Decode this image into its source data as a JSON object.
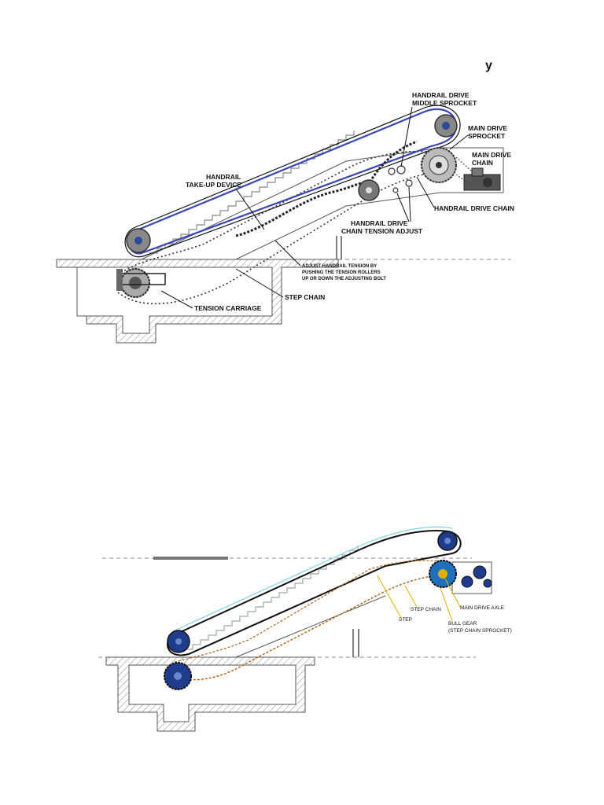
{
  "diagram1": {
    "title_fragment": "y",
    "labels": {
      "handrail_drive_middle_sprocket": [
        "HANDRAIL DRIVE",
        "MIDDLE SPROCKET"
      ],
      "main_drive_sprocket": [
        "MAIN DRIVE",
        "SPROCKET"
      ],
      "main_drive_chain": [
        "MAIN DRIVE",
        "CHAIN"
      ],
      "handrail_take_up": [
        "HANDRAIL",
        "TAKE-UP DEVICE"
      ],
      "handrail_drive_chain": "HANDRAIL DRIVE CHAIN",
      "handrail_drive_chain_tension": [
        "HANDRAIL DRIVE",
        "CHAIN TENSION ADJUST"
      ],
      "adjust_note": [
        "ADJUST HANDRAIL TENSION BY",
        "PUSHING THE TENSION ROLLERS",
        "UP OR DOWN THE ADJUSTING BOLT"
      ],
      "step_chain": "STEP CHAIN",
      "tension_carriage": "TENSION CARRIAGE"
    }
  },
  "diagram2": {
    "labels": {
      "step_chain": "STEP CHAIN",
      "main_drive_axle": "MAIN DRIVE AXLE",
      "step": "STEP",
      "bull_gear": [
        "BULL GEAR",
        "(STEP CHAIN SPROCKET)"
      ]
    }
  },
  "colors": {
    "handrail_blue": "#3a46b8",
    "wheel_blue": "#1f3b8c",
    "step_chain_orange": "#b5651d",
    "leader_yellow": "#e0b000"
  }
}
